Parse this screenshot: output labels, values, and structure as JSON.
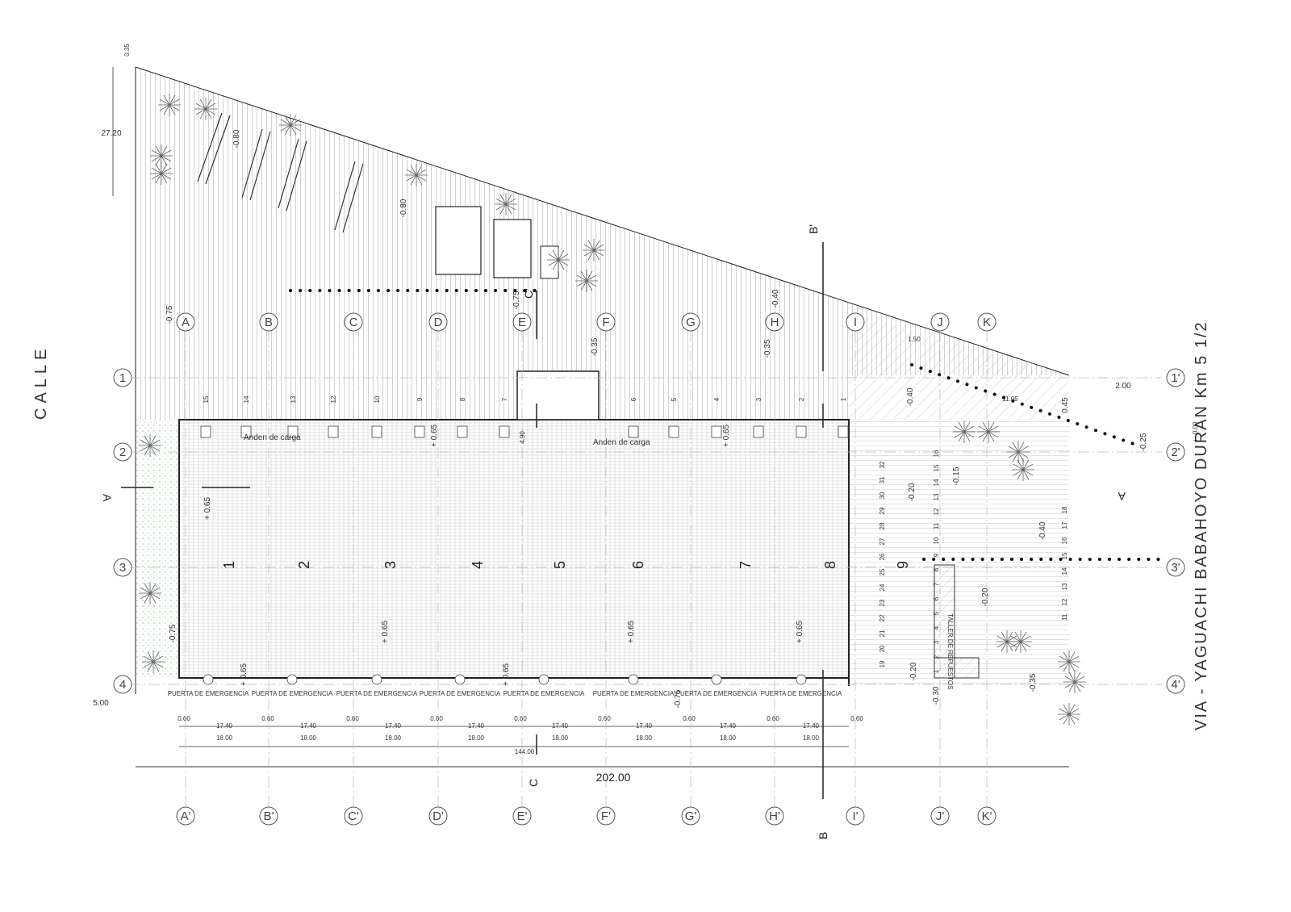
{
  "street_label": "CALLE",
  "road_label": "VIA - YAGUACHI BABAHOYO DURAN    Km    5 1/2",
  "axes_top": [
    "A",
    "B",
    "C",
    "D",
    "E",
    "F",
    "G",
    "H",
    "I",
    "J",
    "K"
  ],
  "axes_bottom": [
    "A'",
    "B'",
    "C'",
    "D'",
    "E'",
    "F'",
    "G'",
    "H'",
    "I'",
    "J'",
    "K'"
  ],
  "rows_left": [
    "1",
    "2",
    "3",
    "4"
  ],
  "rows_right": [
    "1'",
    "2'",
    "3'",
    "4'"
  ],
  "dock_label": "Anden de carga",
  "dock_numbers": [
    "15",
    "14",
    "13",
    "12",
    "10",
    "9",
    "8",
    "7",
    "6",
    "5",
    "4",
    "3",
    "2",
    "1"
  ],
  "bay_numbers": [
    "1",
    "2",
    "3",
    "4",
    "5",
    "6",
    "7",
    "8",
    "9"
  ],
  "parking_right_col1": [
    "32",
    "31",
    "30",
    "29",
    "28",
    "27",
    "26",
    "25",
    "24",
    "23",
    "22",
    "21",
    "20",
    "19"
  ],
  "parking_right_col2": [
    "16",
    "15",
    "14",
    "13",
    "12",
    "11",
    "10",
    "9",
    "8",
    "7",
    "6",
    "5",
    "4",
    "3",
    "2",
    "1"
  ],
  "parking_far_right": [
    "18",
    "17",
    "16",
    "15",
    "14",
    "13",
    "12",
    "11"
  ],
  "emergency_label": "PUERTA DE EMERGENCIA",
  "workshop_label": "TALLER DE REPUESTOS",
  "dimensions": {
    "left_top": "27.20",
    "left_bottom": "5.00",
    "top_small": "0.35",
    "span_total": "202.00",
    "span_building": "144.00",
    "right_offset": "2.00",
    "right_1": "1.50",
    "right_2": "11.05",
    "bay_clear": "17.40",
    "bay_axis": "18.00",
    "col_width": "0.60"
  },
  "levels": {
    "l_080": "-0.80",
    "l_075": "-0.75",
    "l_035": "-0.35",
    "l_040": "-0.40",
    "l_065": "+ 0.65",
    "l_065b": "+ 0.65",
    "l_020": "-0.20",
    "l_015": "-0.15",
    "l_030": "-0.30",
    "l_045": "0.45",
    "l_025": "-0.25",
    "l_000": "+- 0.00",
    "l_490": "4.90"
  },
  "section_labels": {
    "a_left": "A",
    "a_right": "A",
    "b_top": "B'",
    "b_bottom": "B",
    "c_top": "C'",
    "c_bottom": "C"
  },
  "colors": {
    "line": "#222222",
    "hatch": "#9a9a9a",
    "light": "#cfcfcf",
    "green": "#8fbf8f"
  }
}
